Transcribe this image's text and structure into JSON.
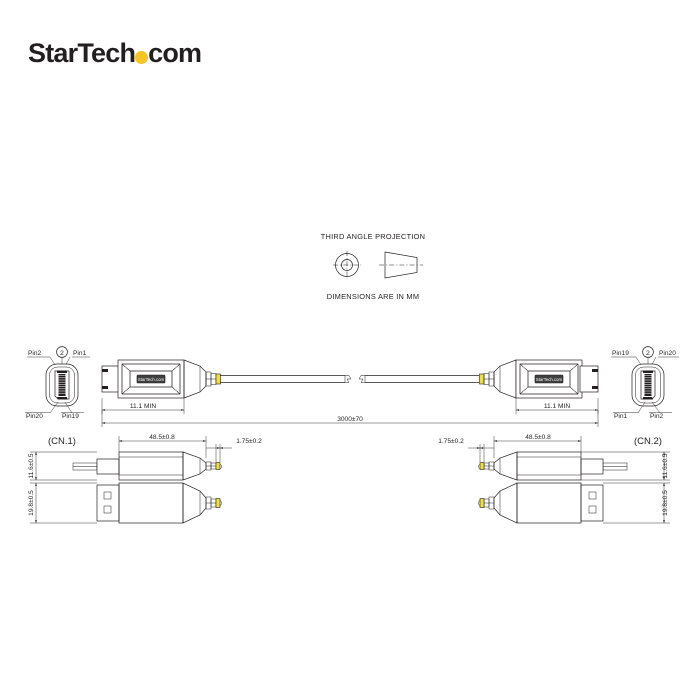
{
  "brand": {
    "name_part1": "StarTech",
    "dot": "dot-icon",
    "name_part2": "com",
    "connector_badge": "StarTech.com"
  },
  "notes": {
    "projection": "THIRD ANGLE PROJECTION",
    "units": "DIMENSIONS ARE IN MM",
    "projection_symbol_circle": "concentric-circle-icon",
    "projection_symbol_cone": "truncated-cone-icon"
  },
  "connector_left": {
    "title": "(CN.1)",
    "callout_number": "2",
    "pin_top_left": "Pin2",
    "pin_top_right": "Pin1",
    "pin_bottom_left": "Pin20",
    "pin_bottom_right": "Pin19"
  },
  "connector_right": {
    "title": "(CN.2)",
    "callout_number": "2",
    "pin_top_left": "Pin19",
    "pin_top_right": "Pin20",
    "pin_bottom_left": "Pin1",
    "pin_bottom_right": "Pin2"
  },
  "dimensions": {
    "overall_length": "3000±70",
    "connector_min_left": "11.1 MIN",
    "connector_min_right": "11.1 MIN",
    "body_length_left": "48.5±0.8",
    "body_length_right": "48.5±0.8",
    "strain_relief_left": "1.75±0.2",
    "strain_relief_right": "1.75±0.2",
    "height_side_left": "11.6±0.5",
    "height_side_right": "11.6±0.5",
    "width_top_left": "19.8±0.5",
    "width_top_right": "19.8±0.5"
  },
  "colors": {
    "accent_yellow": "#f7c523",
    "band_yellow": "#f0e03c",
    "line": "#231f20",
    "background": "#ffffff"
  }
}
